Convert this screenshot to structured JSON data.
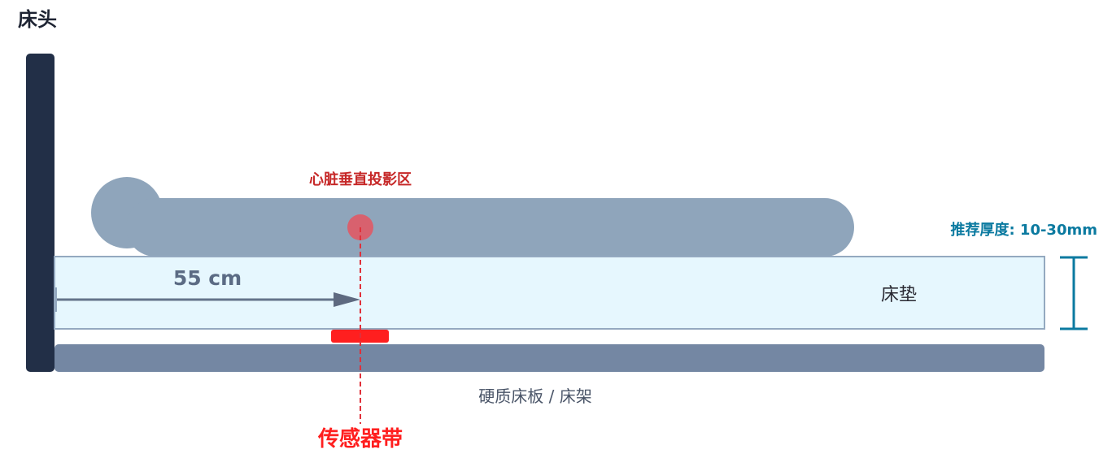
{
  "title": "床头",
  "heart_label": "心脏垂直投影区",
  "distance_label": "55 cm",
  "mattress_label": "床垫",
  "thickness_label": "推荐厚度: 10-30mm",
  "frame_label": "硬质床板 / 床架",
  "sensor_label": "传感器带",
  "colors": {
    "headboard": "#222f47",
    "body": "#8fa5bb",
    "heart": "#e05a66",
    "mattress_fill": "#e6f7fe",
    "frame": "#7487a3",
    "sensor": "#ff1f1f",
    "thickness_accent": "#0b7aa0"
  }
}
